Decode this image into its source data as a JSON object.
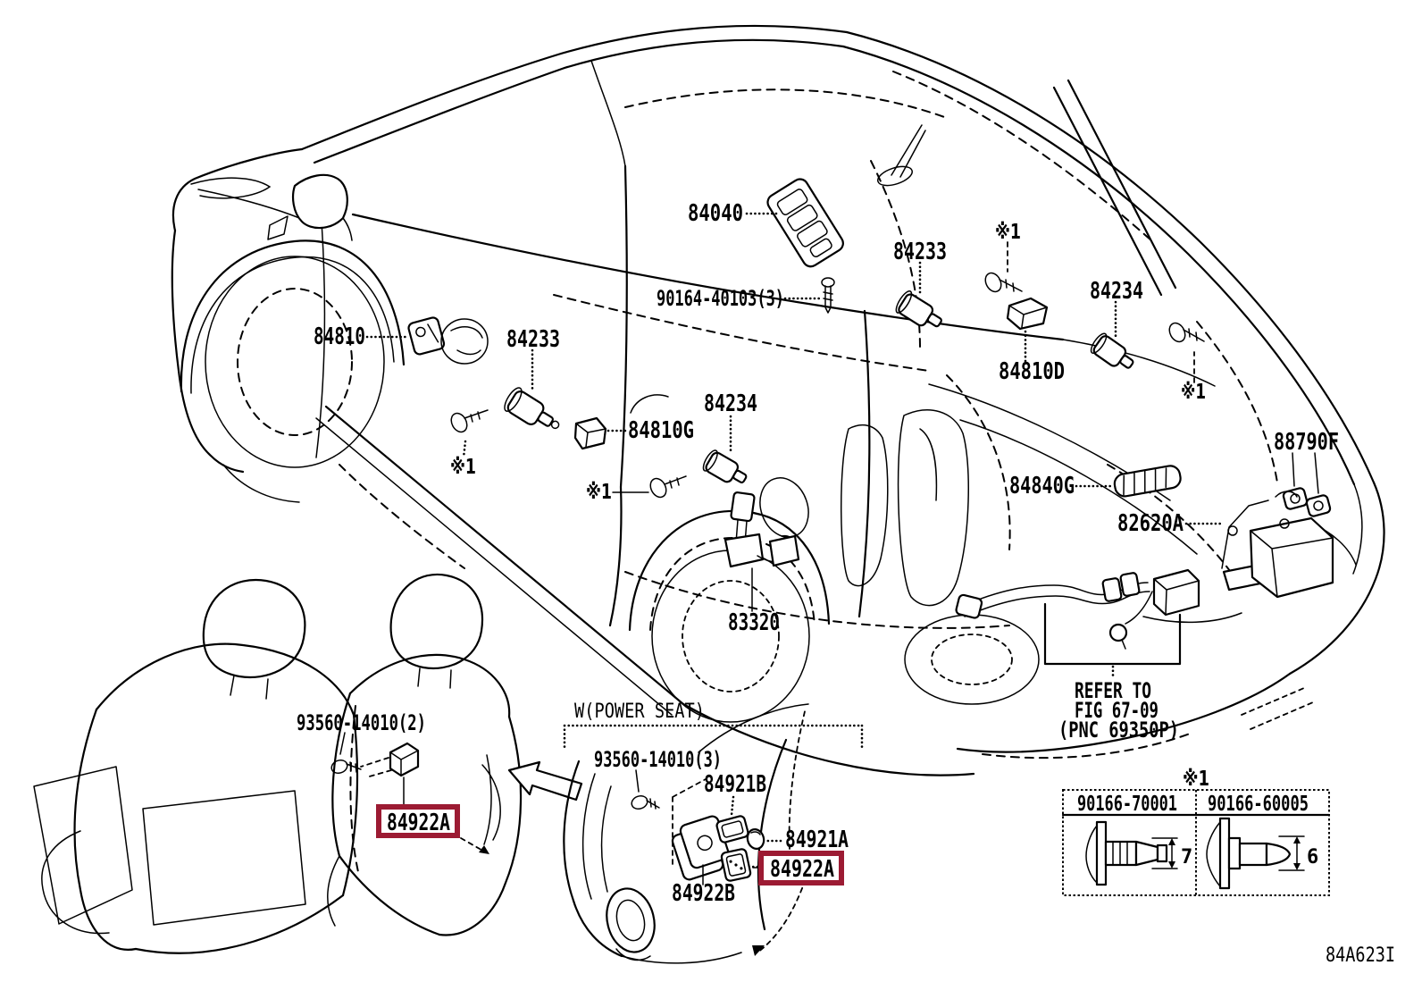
{
  "figure": {
    "code": "84A623I"
  },
  "highlight_color": "#9C1B33",
  "note_mark": "※1",
  "power_seat_heading": "W(POWER SEAT)",
  "labels": {
    "l84040": "84040",
    "l90164": "90164-40103(3)",
    "l84233": "84233",
    "l84234": "84234",
    "l84810": "84810",
    "l84810d": "84810D",
    "l84810g": "84810G",
    "l84840g": "84840G",
    "l82620a": "82620A",
    "l88790f": "88790F",
    "l83320": "83320",
    "l93560_2": "93560-14010(2)",
    "l93560_3": "93560-14010(3)",
    "l84921a": "84921A",
    "l84921b": "84921B",
    "l84922a": "84922A",
    "l84922b": "84922B"
  },
  "refer_note": {
    "l1": "REFER TO",
    "l2": "FIG 67-09",
    "l3": "(PNC 69350P)"
  },
  "table": {
    "note": "※1",
    "col1": "90166-70001",
    "col2": "90166-60005",
    "dim1": "7",
    "dim2": "6"
  }
}
